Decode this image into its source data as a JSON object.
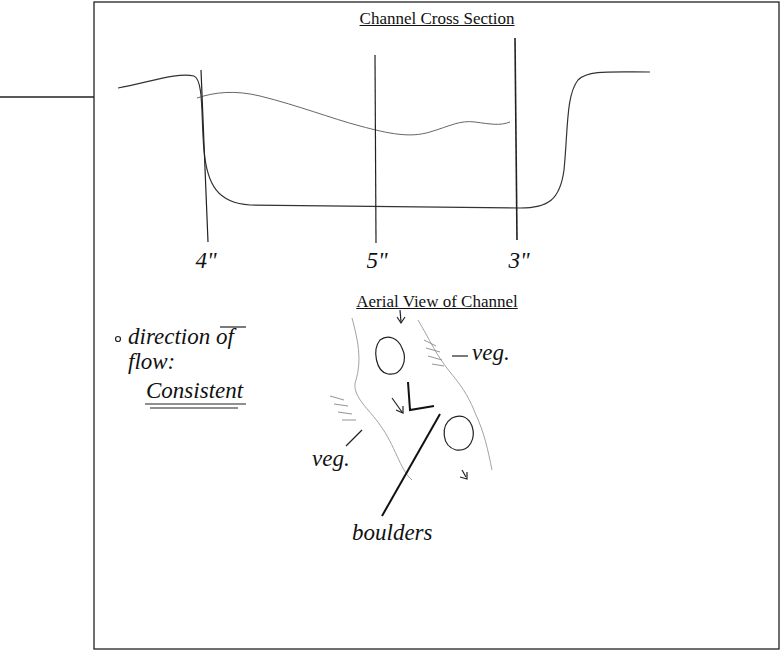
{
  "diagram": {
    "title": "Channel Cross Section",
    "labels": [
      "4\"",
      "5\"",
      "3\"",
      "Aerial View of Channel",
      "direction of flow:",
      "Consistent",
      "veg.",
      "veg.",
      "boulders"
    ]
  }
}
